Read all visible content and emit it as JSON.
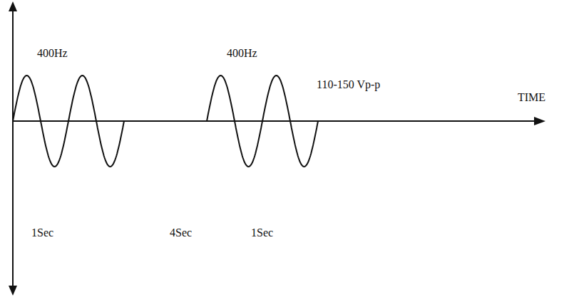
{
  "diagram": {
    "labels": [
      "400Hz",
      "400Hz",
      "110-150 Vp-p",
      "TIME",
      "1Sec",
      "4Sec",
      "1Sec"
    ]
  }
}
